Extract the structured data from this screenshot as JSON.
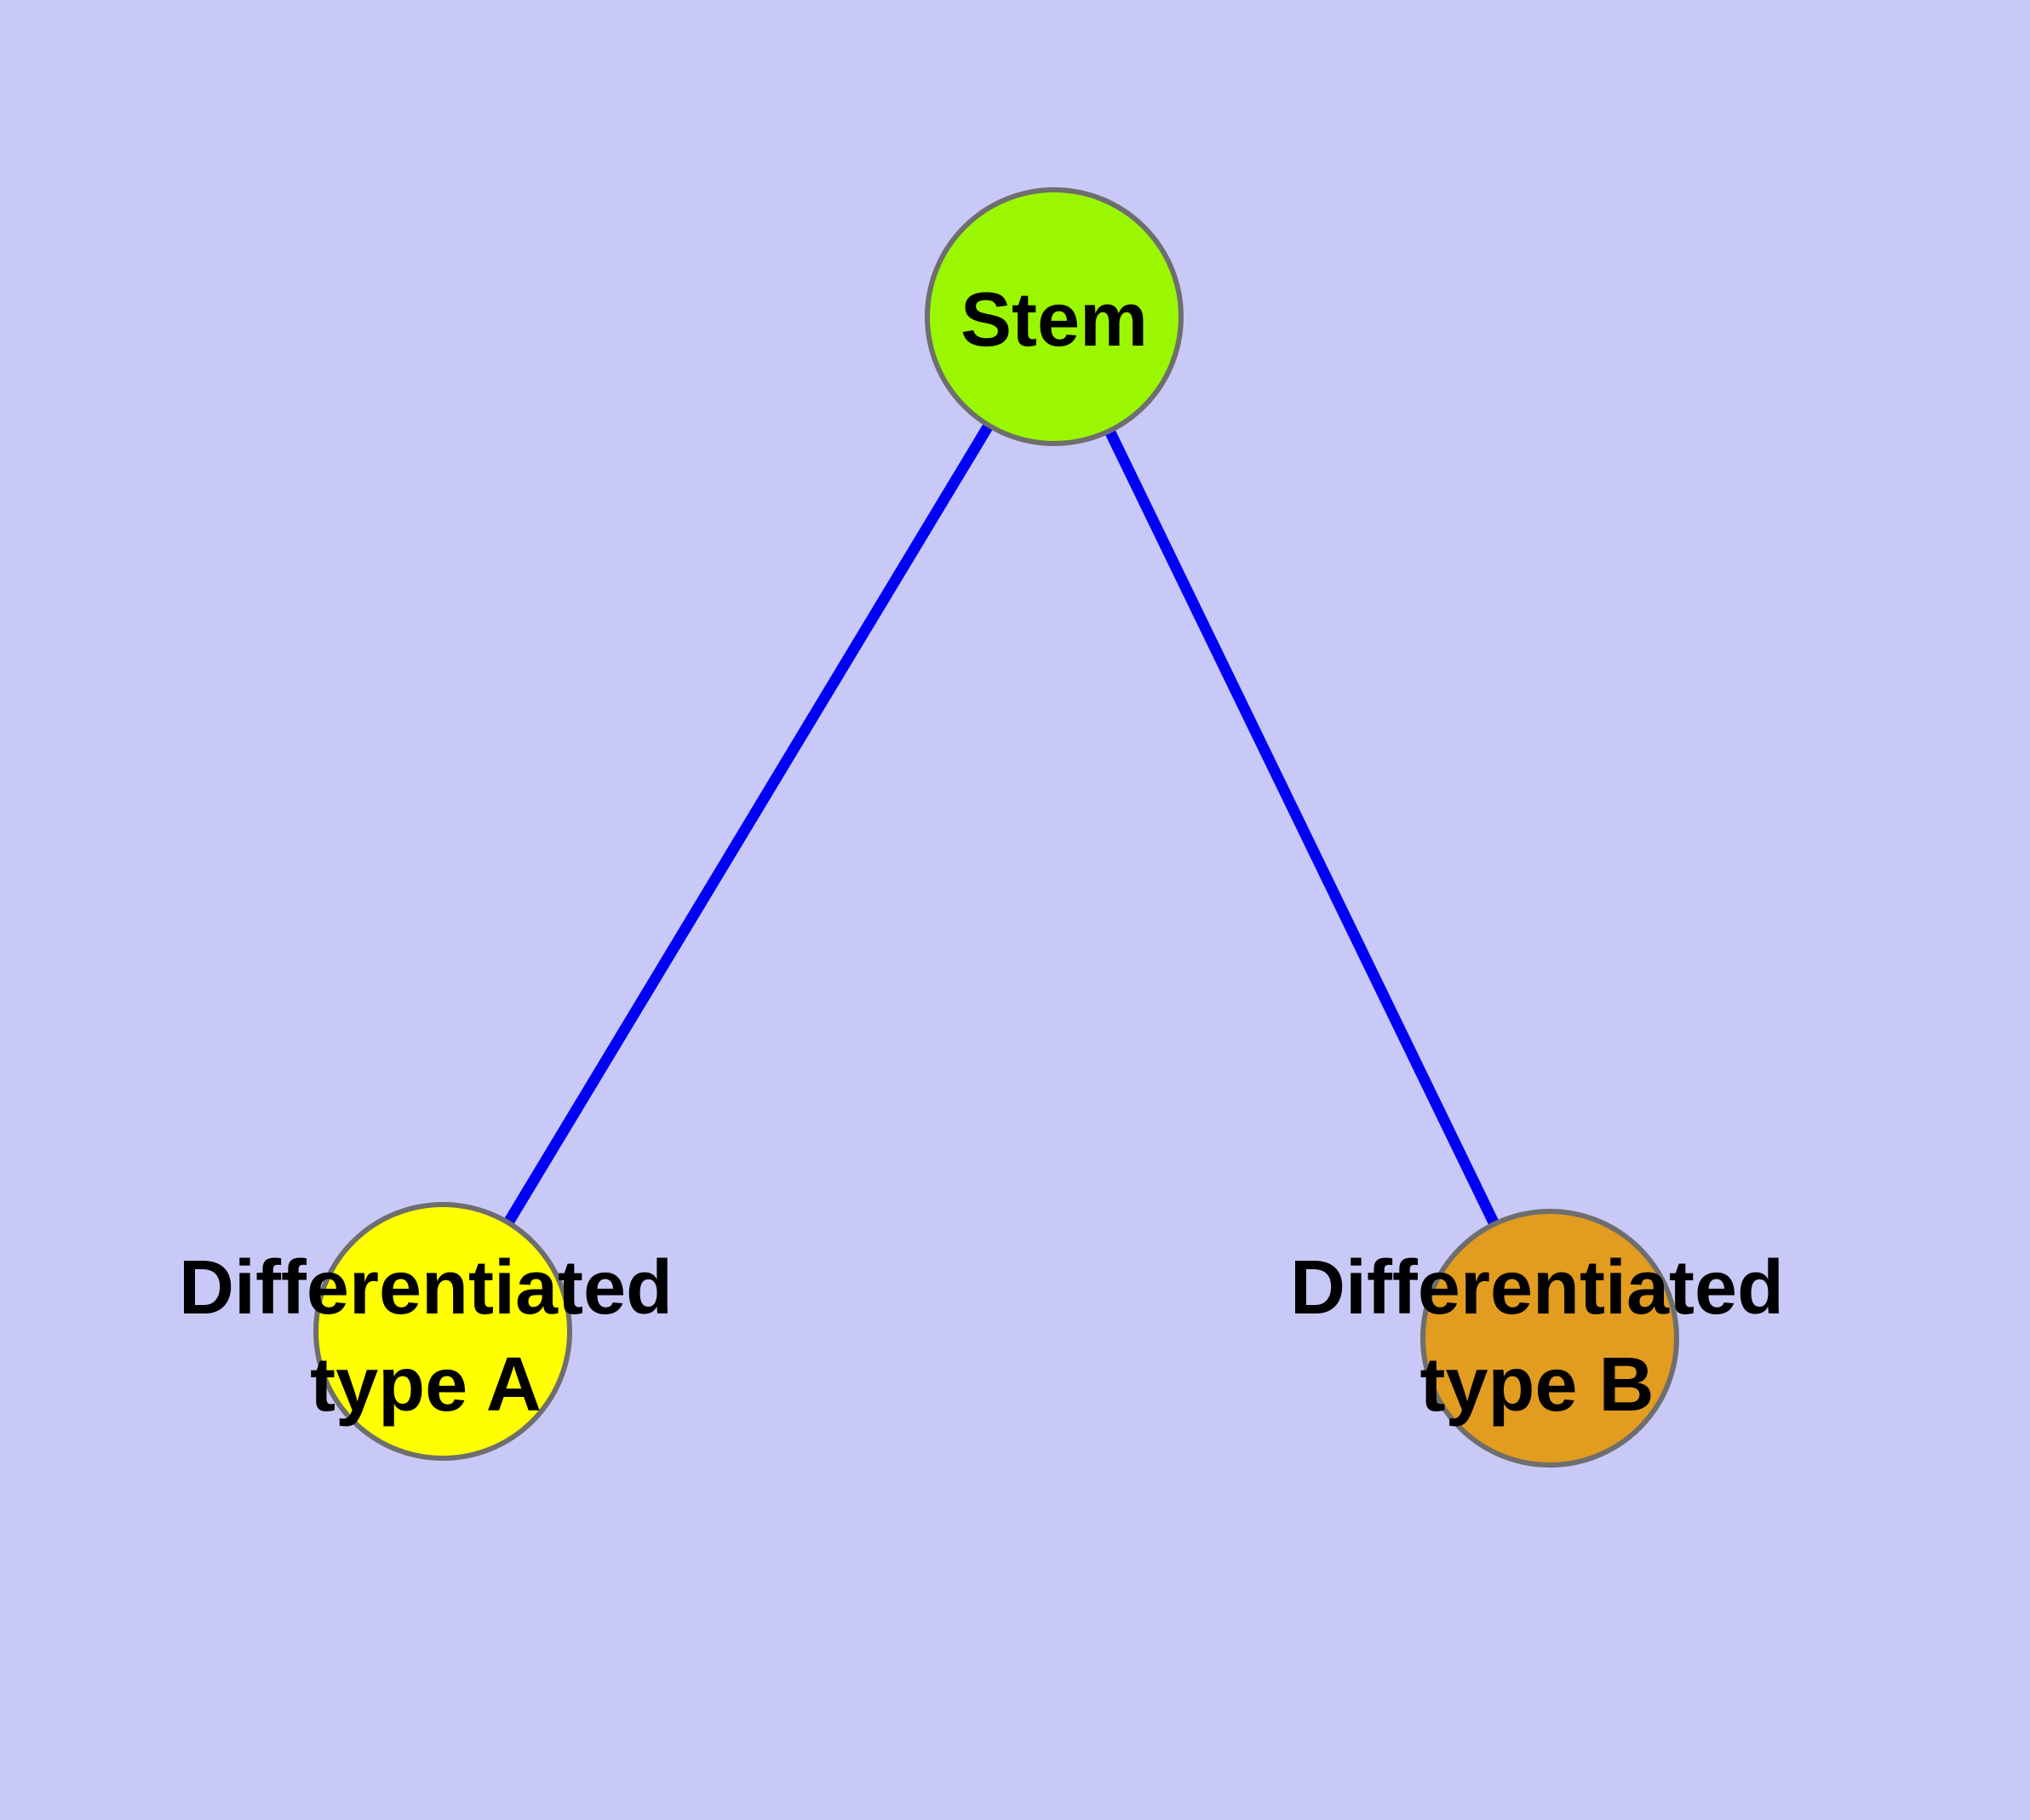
{
  "diagram": {
    "type": "node-link-graph",
    "background_color": "#C9C9F8",
    "edge_color": "#0000F4",
    "node_border_color": "#6E6E6E",
    "label_color": "#000000",
    "nodes": {
      "stem": {
        "label": "Stem",
        "color": "#9AF700"
      },
      "type_a": {
        "label": "Differentiated type A",
        "label_line1": "Differentiated",
        "label_line2": "type A",
        "color": "#FFFF00"
      },
      "type_b": {
        "label": "Differentiated type B",
        "label_line1": "Differentiated",
        "label_line2": "type B",
        "color": "#E29C20"
      }
    },
    "edges": [
      {
        "from": "Stem",
        "to": "Differentiated type A"
      },
      {
        "from": "Stem",
        "to": "Differentiated type B"
      }
    ]
  }
}
